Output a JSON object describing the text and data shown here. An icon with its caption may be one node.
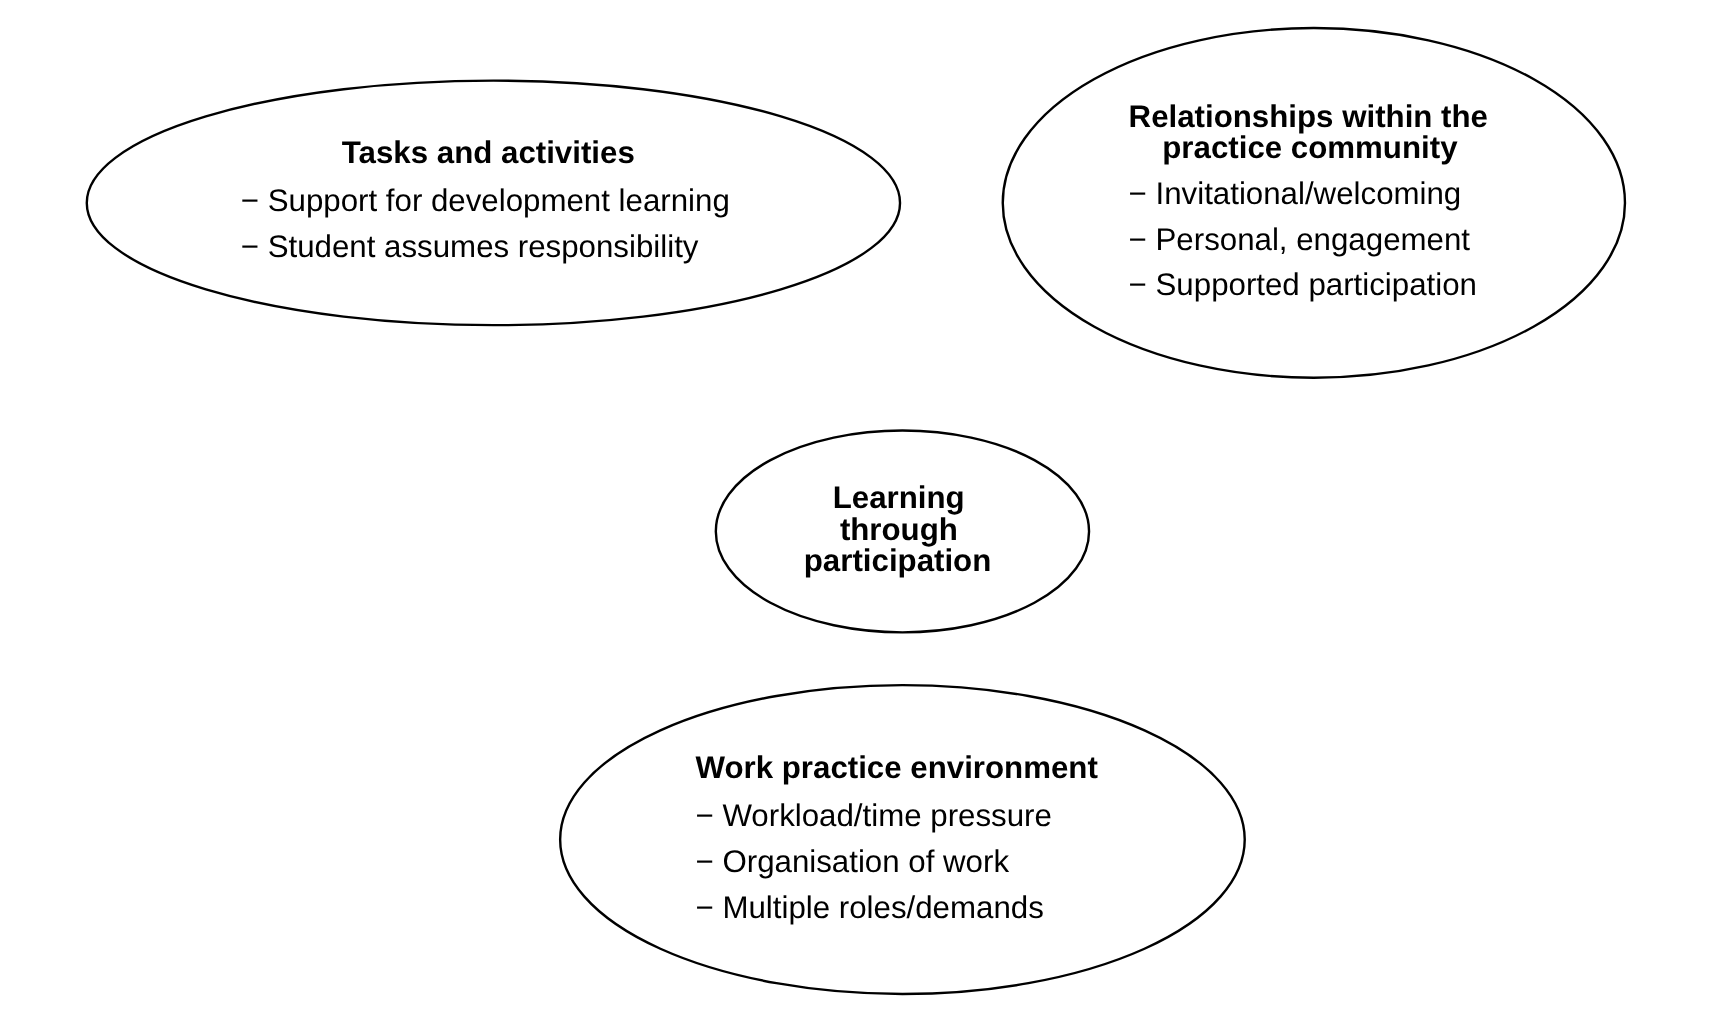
{
  "diagram": {
    "nodes": [
      {
        "text": [
          "Tasks and activities",
          "− Support for development learning",
          "− Student assumes responsibility"
        ]
      },
      {
        "text": [
          "Relationships within the practice community",
          "− Invitational/welcoming",
          "− Personal, engagement",
          "− Supported participation"
        ]
      },
      {
        "text": [
          "Learning through participation"
        ]
      },
      {
        "text": [
          "Work practice environment",
          "− Workload/time pressure",
          "− Organisation of work",
          "− Multiple roles/demands"
        ]
      }
    ]
  }
}
